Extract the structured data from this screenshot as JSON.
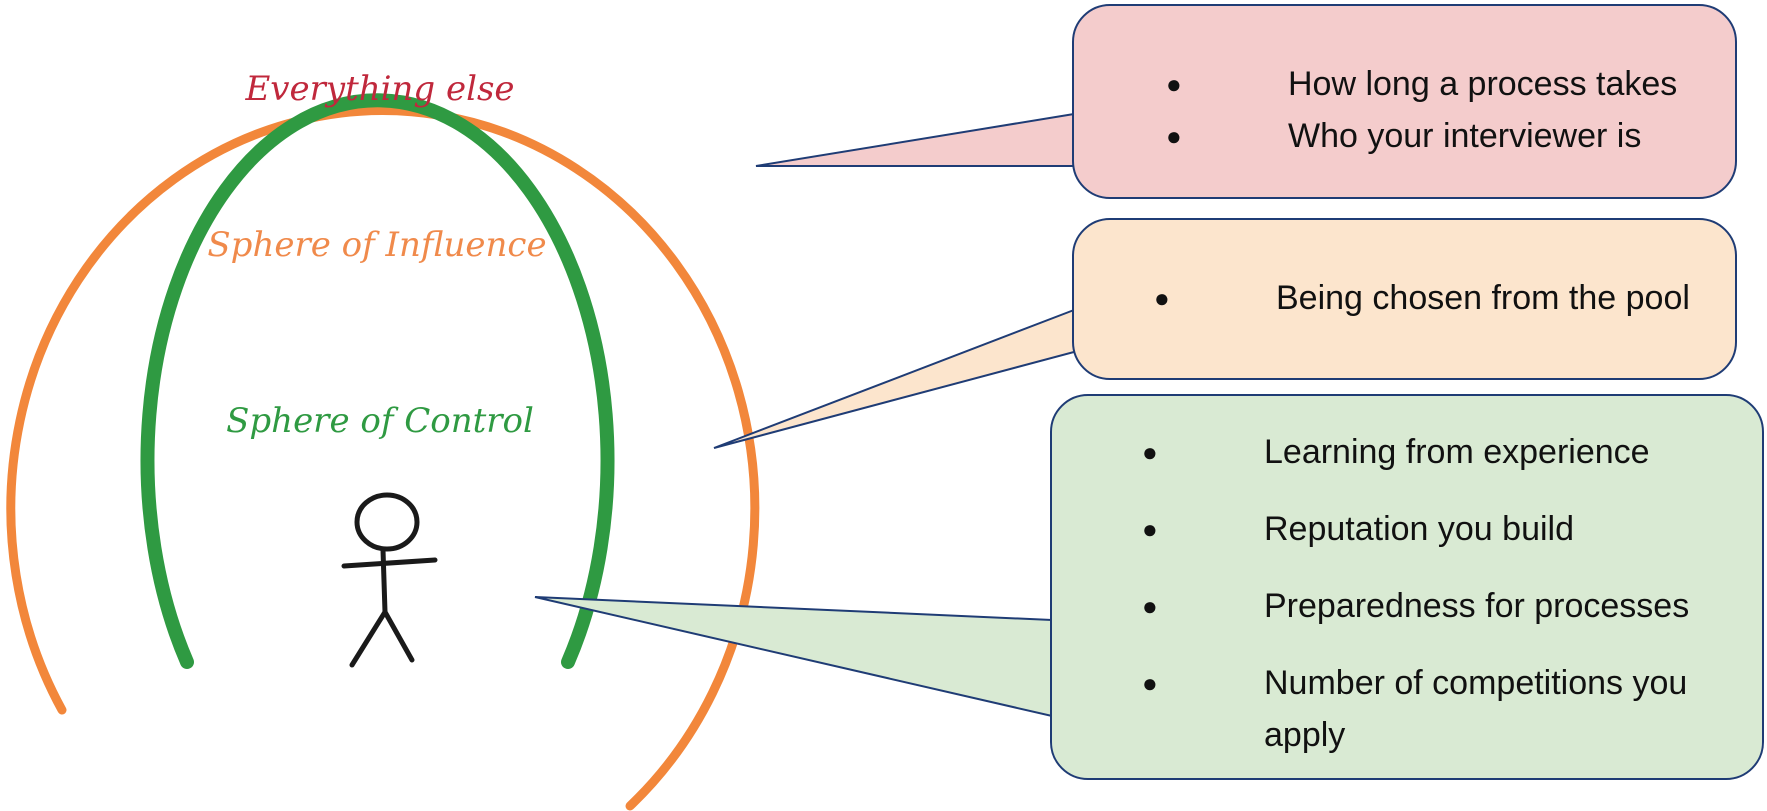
{
  "labels": {
    "everything_else": "Everything else",
    "sphere_of_influence": "Sphere of Influence",
    "sphere_of_control": "Sphere of Control"
  },
  "colors": {
    "everything_else_text": "#c0283c",
    "influence_ring": "#f2873b",
    "control_ring": "#2f9a42",
    "red_bubble": "#f4cccc",
    "orange_bubble": "#fce5cd",
    "green_bubble": "#d9ead3",
    "bubble_border": "#1f3c75"
  },
  "bubbles": {
    "everything_else": [
      "How long a process takes",
      "Who your interviewer is"
    ],
    "influence": [
      "Being chosen from the pool"
    ],
    "control": [
      "Learning from experience",
      "Reputation you build",
      "Preparedness for processes",
      "Number of competitions you apply"
    ]
  },
  "bullet": "●"
}
